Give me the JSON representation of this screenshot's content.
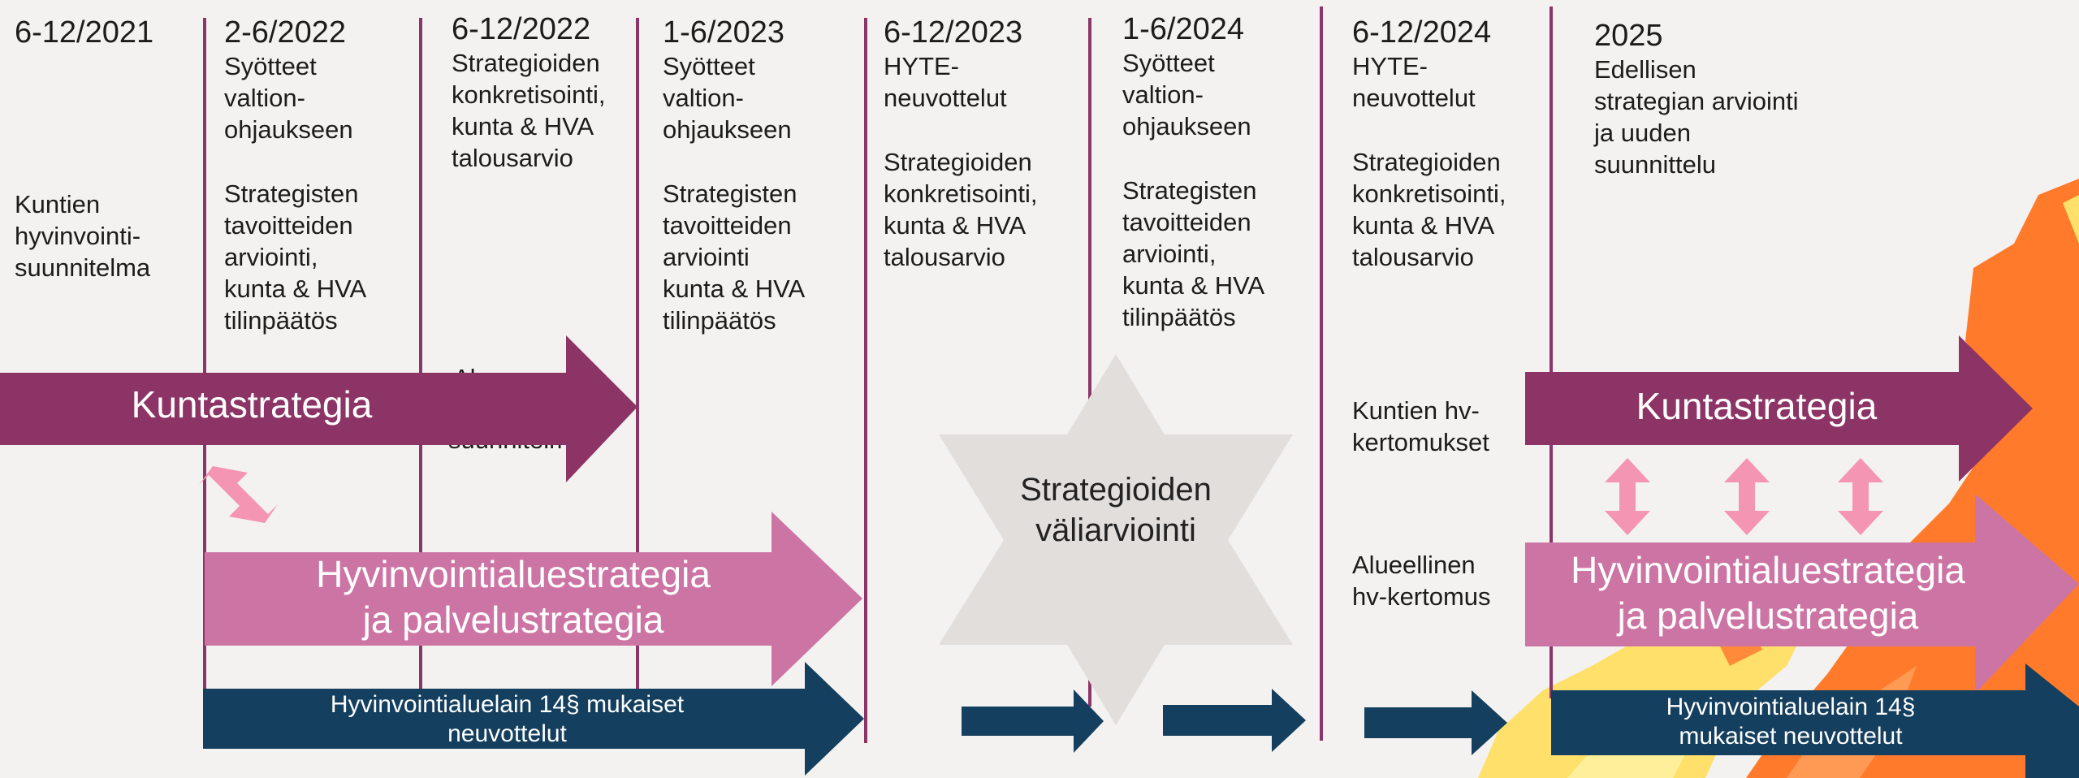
{
  "colors": {
    "background": "#f3f2f0",
    "divider": "#8c3568",
    "kuntastrategia": "#8d3466",
    "hyvinvointi": "#cc75a5",
    "neuvottelut": "#143f5e",
    "star": "#e2dedb",
    "double_arrow": "#f495b4",
    "decor_orange": "#ff7a2a",
    "decor_yellow": "#ffe06a"
  },
  "columns": [
    {
      "period": "6-12/2021",
      "body1": "",
      "body2": "Kuntien\nhyvinvointi-\nsuunnitelma"
    },
    {
      "period": "2-6/2022",
      "body1": "Syötteet\nvaltion-\nohjaukseen",
      "body2": "Strategisten\ntavoitteiden\narviointi,\nkunta & HVA\ntilinpäätös"
    },
    {
      "period": "6-12/2022",
      "body1": "Strategioiden\nkonkretisointi,\nkunta & HVA\ntalousarvio",
      "body2": ""
    },
    {
      "period": "1-6/2023",
      "body1": "Syötteet\nvaltion-\nohjaukseen",
      "body2": "Strategisten\ntavoitteiden\narviointi\nkunta & HVA\ntilinpäätös"
    },
    {
      "period": "6-12/2023",
      "body1": "HYTE-\nneuvottelut",
      "body2": "Strategioiden\nkonkretisointi,\nkunta & HVA\ntalousarvio"
    },
    {
      "period": "1-6/2024",
      "body1": "Syötteet\nvaltion-\nohjaukseen",
      "body2": "Strategisten\ntavoitteiden\narviointi,\nkunta & HVA\ntilinpäätös"
    },
    {
      "period": "6-12/2024",
      "body1": "HYTE-\nneuvottelut",
      "body2": "Strategioiden\nkonkretisointi,\nkunta & HVA\ntalousarvio"
    },
    {
      "period": "2025",
      "body1": "Edellisen\nstrategian arviointi\nja uuden\nsuunnittelu",
      "body2": ""
    }
  ],
  "side_labels": {
    "kertomukset": "Kuntien hv-\nkertomukset",
    "alueellinen": "Alueellinen\nhv-kertomus"
  },
  "hidden_text": {
    "partial_top": "Al",
    "partial_bottom": "suunnitelmat"
  },
  "arrows": {
    "kuntastrategia": "Kuntastrategia",
    "hyvinvointialue": "Hyvinvointialuestrategia\nja palvelustrategia",
    "neuvottelut_left": "Hyvinvointialuelain 14§ mukaiset\nneuvottelut",
    "neuvottelut_right": "Hyvinvointialuelain 14§\nmukaiset neuvottelut"
  },
  "star_text": "Strategioiden\nväliarviointi"
}
